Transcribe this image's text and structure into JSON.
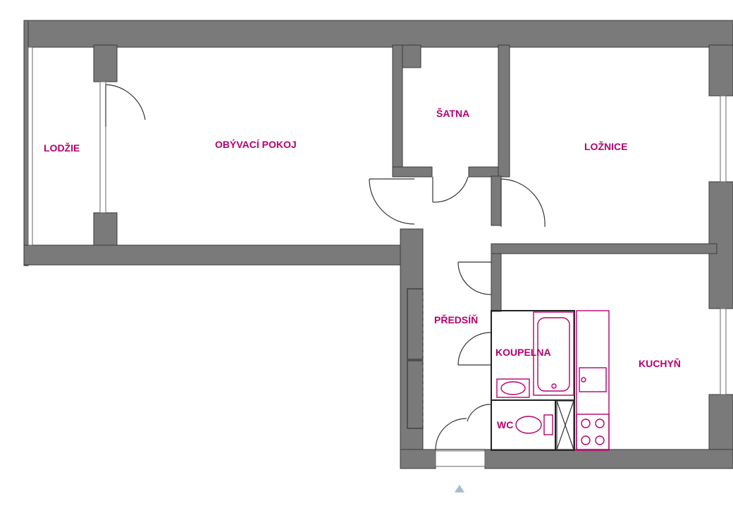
{
  "plan": {
    "rooms": {
      "lodzie": "LODŽIE",
      "obyvaci": "OBÝVACÍ POKOJ",
      "satna": "ŠATNA",
      "loznice": "LOŽNICE",
      "predsin": "PŘEDSÍŇ",
      "koupelna": "KOUPELNA",
      "kuchyn": "KUCHYŇ",
      "wc": "WC"
    },
    "colors": {
      "walls": "#7a7a7a",
      "labels": "#b5006e",
      "entrance_arrow": "#a9bcd0"
    },
    "icons": {
      "entrance": "entrance-arrow-icon"
    }
  }
}
